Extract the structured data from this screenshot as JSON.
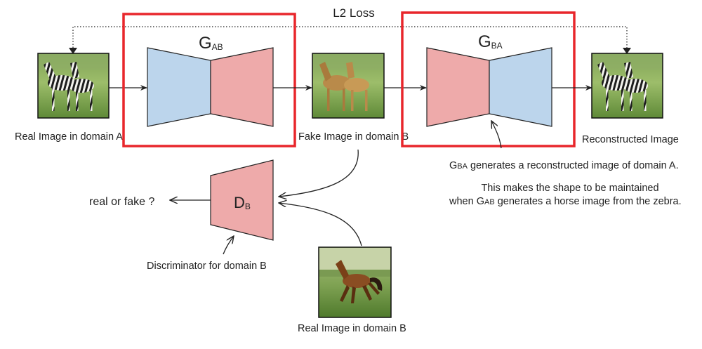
{
  "title": "L2 Loss",
  "generator_ab": {
    "main": "G",
    "sub": "AB"
  },
  "generator_ba": {
    "main": "G",
    "sub": "BA"
  },
  "discriminator_b": {
    "main": "D",
    "sub": "B"
  },
  "labels": {
    "real_a": "Real Image in domain A",
    "fake_b": "Fake Image in domain B",
    "reconstructed": "Reconstructed Image",
    "real_or_fake": "real or fake ?",
    "discriminator_caption": "Discriminator for domain B",
    "real_b": "Real Image in domain B"
  },
  "annotation": {
    "line1_prefix_main": "G",
    "line1_prefix_sub": "BA",
    "line1_rest": " generates a reconstructed image of domain A.",
    "line2": "This makes the shape to be maintained",
    "line3_start": "when ",
    "line3_g_main": "G",
    "line3_g_sub": "AB",
    "line3_rest": " generates a horse image from the zebra."
  },
  "colors": {
    "encoder_blue": "#bcd5ec",
    "decoder_red": "#eeaaaa",
    "highlight_box": "#e8262b",
    "arrow": "#222222"
  }
}
